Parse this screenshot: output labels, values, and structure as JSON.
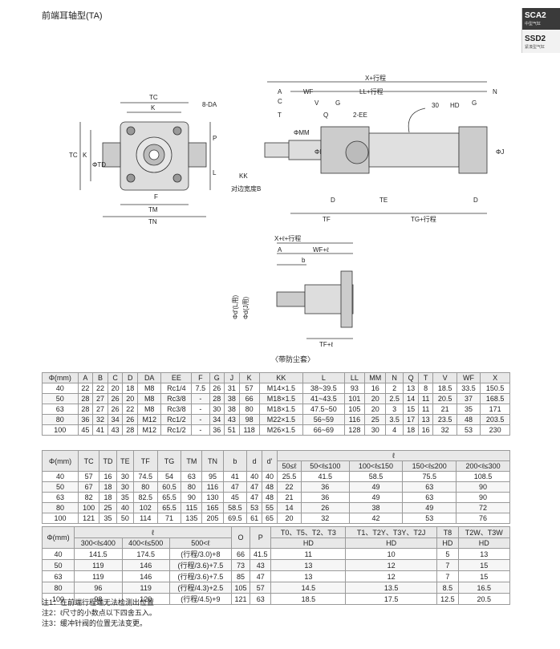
{
  "page_title": "前端耳轴型(TA)",
  "side_tab": {
    "series1": "SCA2",
    "series1_sub": "中型气缸",
    "series2": "SSD2",
    "series2_sub": "紧凑型气缸"
  },
  "drawing": {
    "left_labels": {
      "TC": "TC",
      "K": "K",
      "DA": "8-DA",
      "P": "P",
      "L": "L",
      "TCv": "TC",
      "Kv": "K",
      "TD": "ΦTD",
      "F": "F",
      "TM": "TM",
      "TN": "TN"
    },
    "side_labels": {
      "X": "X+行程",
      "A": "A",
      "WF": "WF",
      "LL": "LL+行程",
      "N": "N",
      "C": "C",
      "V": "V",
      "G": "G",
      "n30": "30",
      "HD": "HD",
      "G2": "G",
      "T": "T",
      "Q": "Q",
      "EE": "2-EE",
      "MM": "ΦMM",
      "I": "ΦI",
      "J": "ΦJ",
      "KK": "KK",
      "B": "对边宽度B",
      "D": "D",
      "TE": "TE",
      "D2": "D",
      "TF": "TF",
      "TG": "TG+行程"
    },
    "boot_labels": {
      "X": "X+ℓ+行程",
      "A": "A",
      "WF": "WF+ℓ",
      "b": "b",
      "d1": "Φd'(L用)",
      "d": "Φd(J用)",
      "TF": "TF+ℓ"
    },
    "caption": "〈带防尘套〉"
  },
  "table1": {
    "headers": [
      "Φ(mm)",
      "A",
      "B",
      "C",
      "D",
      "DA",
      "EE",
      "F",
      "G",
      "J",
      "K",
      "KK",
      "L",
      "LL",
      "MM",
      "N",
      "Q",
      "T",
      "V",
      "WF",
      "X"
    ],
    "rows": [
      [
        "40",
        "22",
        "22",
        "20",
        "18",
        "M8",
        "Rc1/4",
        "7.5",
        "26",
        "31",
        "57",
        "M14×1.5",
        "38~39.5",
        "93",
        "16",
        "2",
        "13",
        "8",
        "18.5",
        "33.5",
        "150.5"
      ],
      [
        "50",
        "28",
        "27",
        "26",
        "20",
        "M8",
        "Rc3/8",
        "-",
        "28",
        "38",
        "66",
        "M18×1.5",
        "41~43.5",
        "101",
        "20",
        "2.5",
        "14",
        "11",
        "20.5",
        "37",
        "168.5"
      ],
      [
        "63",
        "28",
        "27",
        "26",
        "22",
        "M8",
        "Rc3/8",
        "-",
        "30",
        "38",
        "80",
        "M18×1.5",
        "47.5~50",
        "105",
        "20",
        "3",
        "15",
        "11",
        "21",
        "35",
        "171"
      ],
      [
        "80",
        "36",
        "32",
        "34",
        "26",
        "M12",
        "Rc1/2",
        "-",
        "34",
        "43",
        "98",
        "M22×1.5",
        "56~59",
        "116",
        "25",
        "3.5",
        "17",
        "13",
        "23.5",
        "48",
        "203.5"
      ],
      [
        "100",
        "45",
        "41",
        "43",
        "28",
        "M12",
        "Rc1/2",
        "-",
        "36",
        "51",
        "118",
        "M26×1.5",
        "66~69",
        "128",
        "30",
        "4",
        "18",
        "16",
        "32",
        "53",
        "230"
      ]
    ]
  },
  "table2": {
    "headers": [
      "Φ(mm)",
      "TC",
      "TD",
      "TE",
      "TF",
      "TG",
      "TM",
      "TN",
      "b",
      "d",
      "d'"
    ],
    "l_header": "ℓ",
    "l_sub": [
      "50≤ℓ",
      "50<ℓ≤100",
      "100<ℓ≤150",
      "150<ℓ≤200",
      "200<ℓ≤300"
    ],
    "rows": [
      [
        "40",
        "57",
        "16",
        "30",
        "74.5",
        "54",
        "63",
        "95",
        "41",
        "40",
        "40",
        "25.5",
        "41.5",
        "58.5",
        "75.5",
        "108.5"
      ],
      [
        "50",
        "67",
        "18",
        "30",
        "80",
        "60.5",
        "80",
        "116",
        "47",
        "47",
        "48",
        "22",
        "36",
        "49",
        "63",
        "90"
      ],
      [
        "63",
        "82",
        "18",
        "35",
        "82.5",
        "65.5",
        "90",
        "130",
        "45",
        "47",
        "48",
        "21",
        "36",
        "49",
        "63",
        "90"
      ],
      [
        "80",
        "100",
        "25",
        "40",
        "102",
        "65.5",
        "115",
        "165",
        "58.5",
        "53",
        "55",
        "14",
        "26",
        "38",
        "49",
        "72"
      ],
      [
        "100",
        "121",
        "35",
        "50",
        "114",
        "71",
        "135",
        "205",
        "69.5",
        "61",
        "65",
        "20",
        "32",
        "42",
        "53",
        "76"
      ]
    ]
  },
  "table3": {
    "h_phi": "Φ(mm)",
    "h_l": "ℓ",
    "l_sub": [
      "300<ℓ≤400",
      "400<ℓ≤500",
      "500<ℓ"
    ],
    "h_O": "O",
    "h_P": "P",
    "hd_groups": [
      "T0、T5、T2、T3",
      "T1、T2Y、T3Y、T2J",
      "T8",
      "T2W、T3W"
    ],
    "hd": "HD",
    "rows": [
      [
        "40",
        "141.5",
        "174.5",
        "(行程/3.0)+8",
        "66",
        "41.5",
        "11",
        "10",
        "5",
        "13"
      ],
      [
        "50",
        "119",
        "146",
        "(行程/3.6)+7.5",
        "73",
        "43",
        "13",
        "12",
        "7",
        "15"
      ],
      [
        "63",
        "119",
        "146",
        "(行程/3.6)+7.5",
        "85",
        "47",
        "13",
        "12",
        "7",
        "15"
      ],
      [
        "80",
        "96",
        "119",
        "(行程/4.3)+2.5",
        "105",
        "57",
        "14.5",
        "13.5",
        "8.5",
        "16.5"
      ],
      [
        "100",
        "98",
        "120",
        "(行程/4.5)+9",
        "121",
        "63",
        "18.5",
        "17.5",
        "12.5",
        "20.5"
      ]
    ]
  },
  "notes": [
    "注1：在前端行程端无法检测出位置",
    "注2：ℓ尺寸的小数点以下四舍五入。",
    "注3：缓冲针阀的位置无法变更。"
  ]
}
